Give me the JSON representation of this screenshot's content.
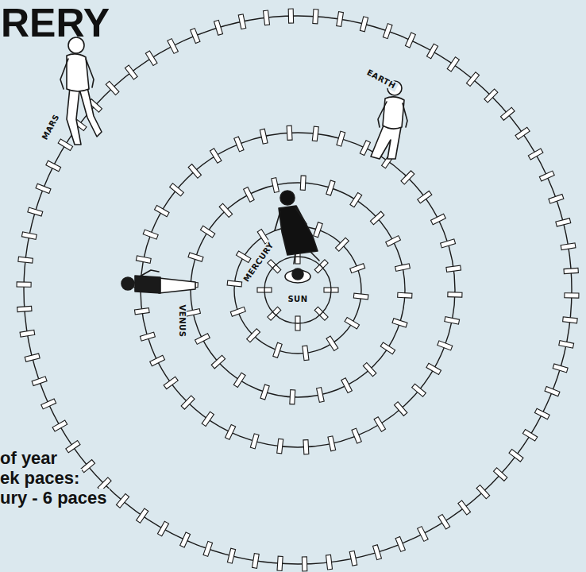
{
  "diagram": {
    "title": "RERY",
    "nodes": [
      {
        "text": [
          "SUN"
        ]
      }
    ],
    "labels": [
      "MARS",
      "EARTH",
      "MERCURY",
      "VENUS",
      "of year",
      "ek paces:",
      "ury - 6 paces"
    ]
  }
}
